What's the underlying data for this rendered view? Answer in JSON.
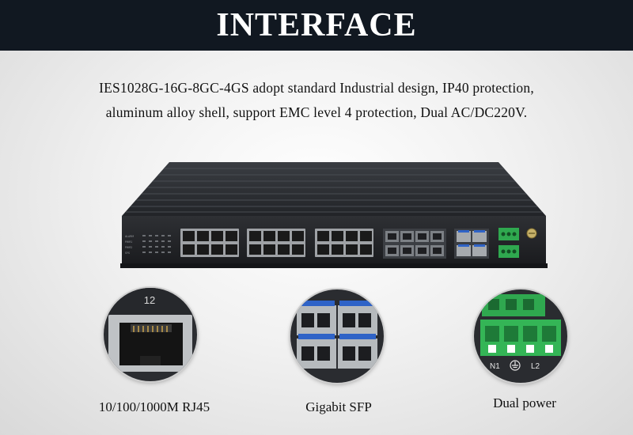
{
  "header": {
    "title": "INTERFACE"
  },
  "description": {
    "line1": "IES1028G-16G-8GC-4GS adopt standard Industrial design, IP40 protection,",
    "line2": "aluminum alloy shell, support EMC level 4 protection, Dual AC/DC220V."
  },
  "device": {
    "indicator_labels": [
      "ALARM",
      "PWR1",
      "PWR2",
      "SYS"
    ]
  },
  "insets": {
    "rj45": {
      "port_number": "12",
      "caption": "10/100/1000M RJ45"
    },
    "sfp": {
      "caption": "Gigabit SFP"
    },
    "power": {
      "terminal_labels": [
        "N1",
        "L2"
      ],
      "caption": "Dual power"
    }
  },
  "colors": {
    "header_bg": "#111821",
    "device_body": "#2b2d31",
    "terminal_green": "#2fa84f"
  },
  "icons": [
    "ground-icon"
  ]
}
